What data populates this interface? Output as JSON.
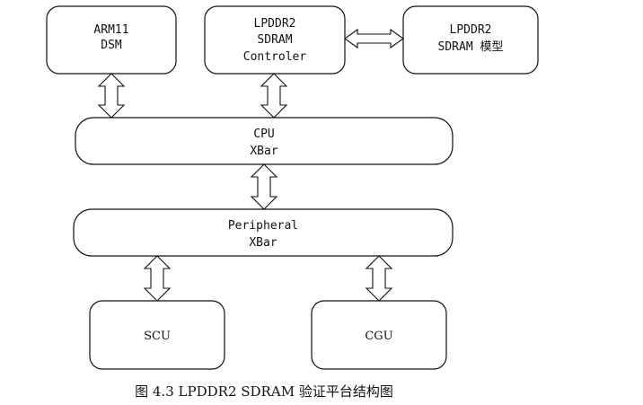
{
  "blocks": {
    "arm11": {
      "line1": "ARM11",
      "line2": "DSM"
    },
    "controller": {
      "line1": "LPDDR2",
      "line2": "SDRAM",
      "line3": "Controler"
    },
    "model": {
      "line1": "LPDDR2",
      "line2": "SDRAM 模型"
    },
    "cpu_xbar": {
      "line1": "CPU",
      "line2": "XBar"
    },
    "peripheral_xbar": {
      "line1": "Peripheral",
      "line2": "XBar"
    },
    "scu": {
      "label": "SCU"
    },
    "cgu": {
      "label": "CGU"
    }
  },
  "caption": "图 4.3 LPDDR2 SDRAM 验证平台结构图",
  "colors": {
    "stroke": "#111111",
    "fill": "#ffffff"
  }
}
